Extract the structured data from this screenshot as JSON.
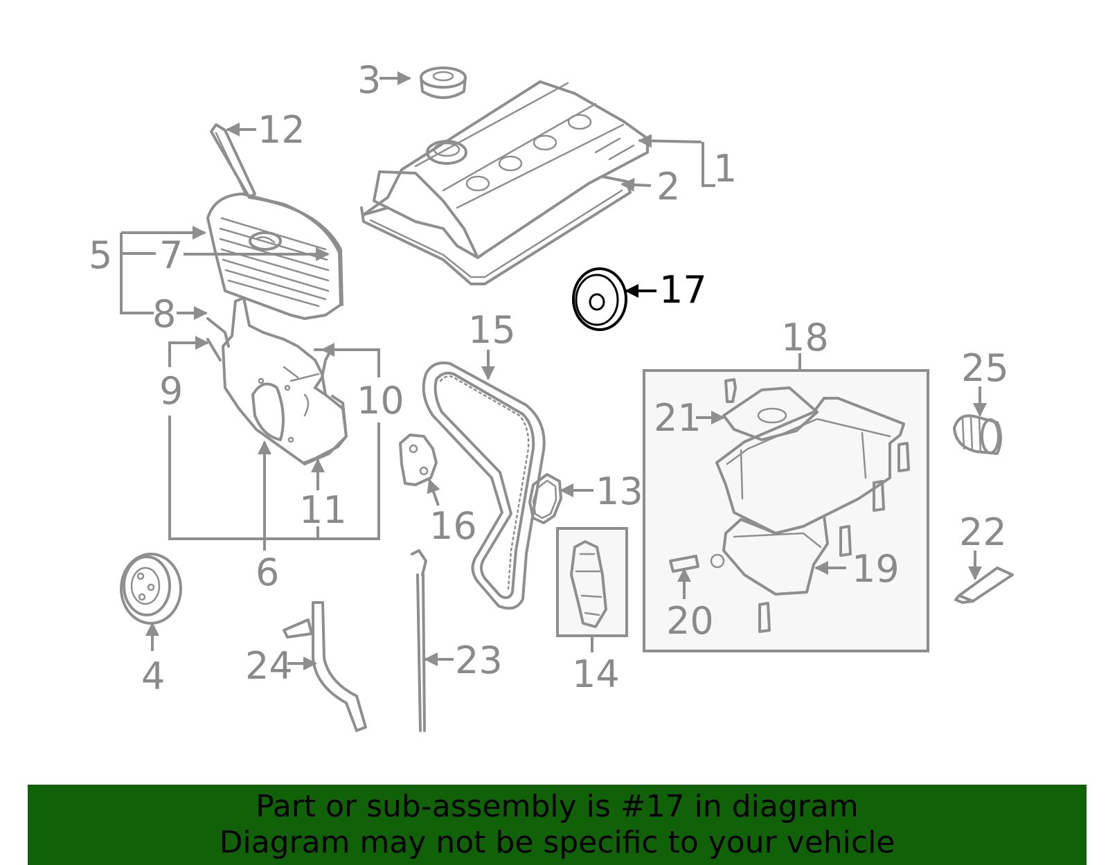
{
  "diagram": {
    "highlighted_part": "17",
    "colors": {
      "parts": "#8e8e8e",
      "highlight": "#000000",
      "banner": "#116108",
      "box_fill": "#f7f7f7"
    },
    "callouts": [
      {
        "key": "c1",
        "label": "1"
      },
      {
        "key": "c2",
        "label": "2"
      },
      {
        "key": "c3",
        "label": "3"
      },
      {
        "key": "c4",
        "label": "4"
      },
      {
        "key": "c5",
        "label": "5"
      },
      {
        "key": "c6",
        "label": "6"
      },
      {
        "key": "c7",
        "label": "7"
      },
      {
        "key": "c8",
        "label": "8"
      },
      {
        "key": "c9",
        "label": "9"
      },
      {
        "key": "c10",
        "label": "10"
      },
      {
        "key": "c11",
        "label": "11"
      },
      {
        "key": "c12",
        "label": "12"
      },
      {
        "key": "c13",
        "label": "13"
      },
      {
        "key": "c14",
        "label": "14"
      },
      {
        "key": "c15",
        "label": "15"
      },
      {
        "key": "c16",
        "label": "16"
      },
      {
        "key": "c17",
        "label": "17"
      },
      {
        "key": "c18",
        "label": "18"
      },
      {
        "key": "c19",
        "label": "19"
      },
      {
        "key": "c20",
        "label": "20"
      },
      {
        "key": "c21",
        "label": "21"
      },
      {
        "key": "c22",
        "label": "22"
      },
      {
        "key": "c23",
        "label": "23"
      },
      {
        "key": "c24",
        "label": "24"
      },
      {
        "key": "c25",
        "label": "25"
      }
    ]
  },
  "banner": {
    "line1": "Part or sub-assembly is #17 in diagram",
    "line2": "Diagram may not be specific to your vehicle"
  }
}
